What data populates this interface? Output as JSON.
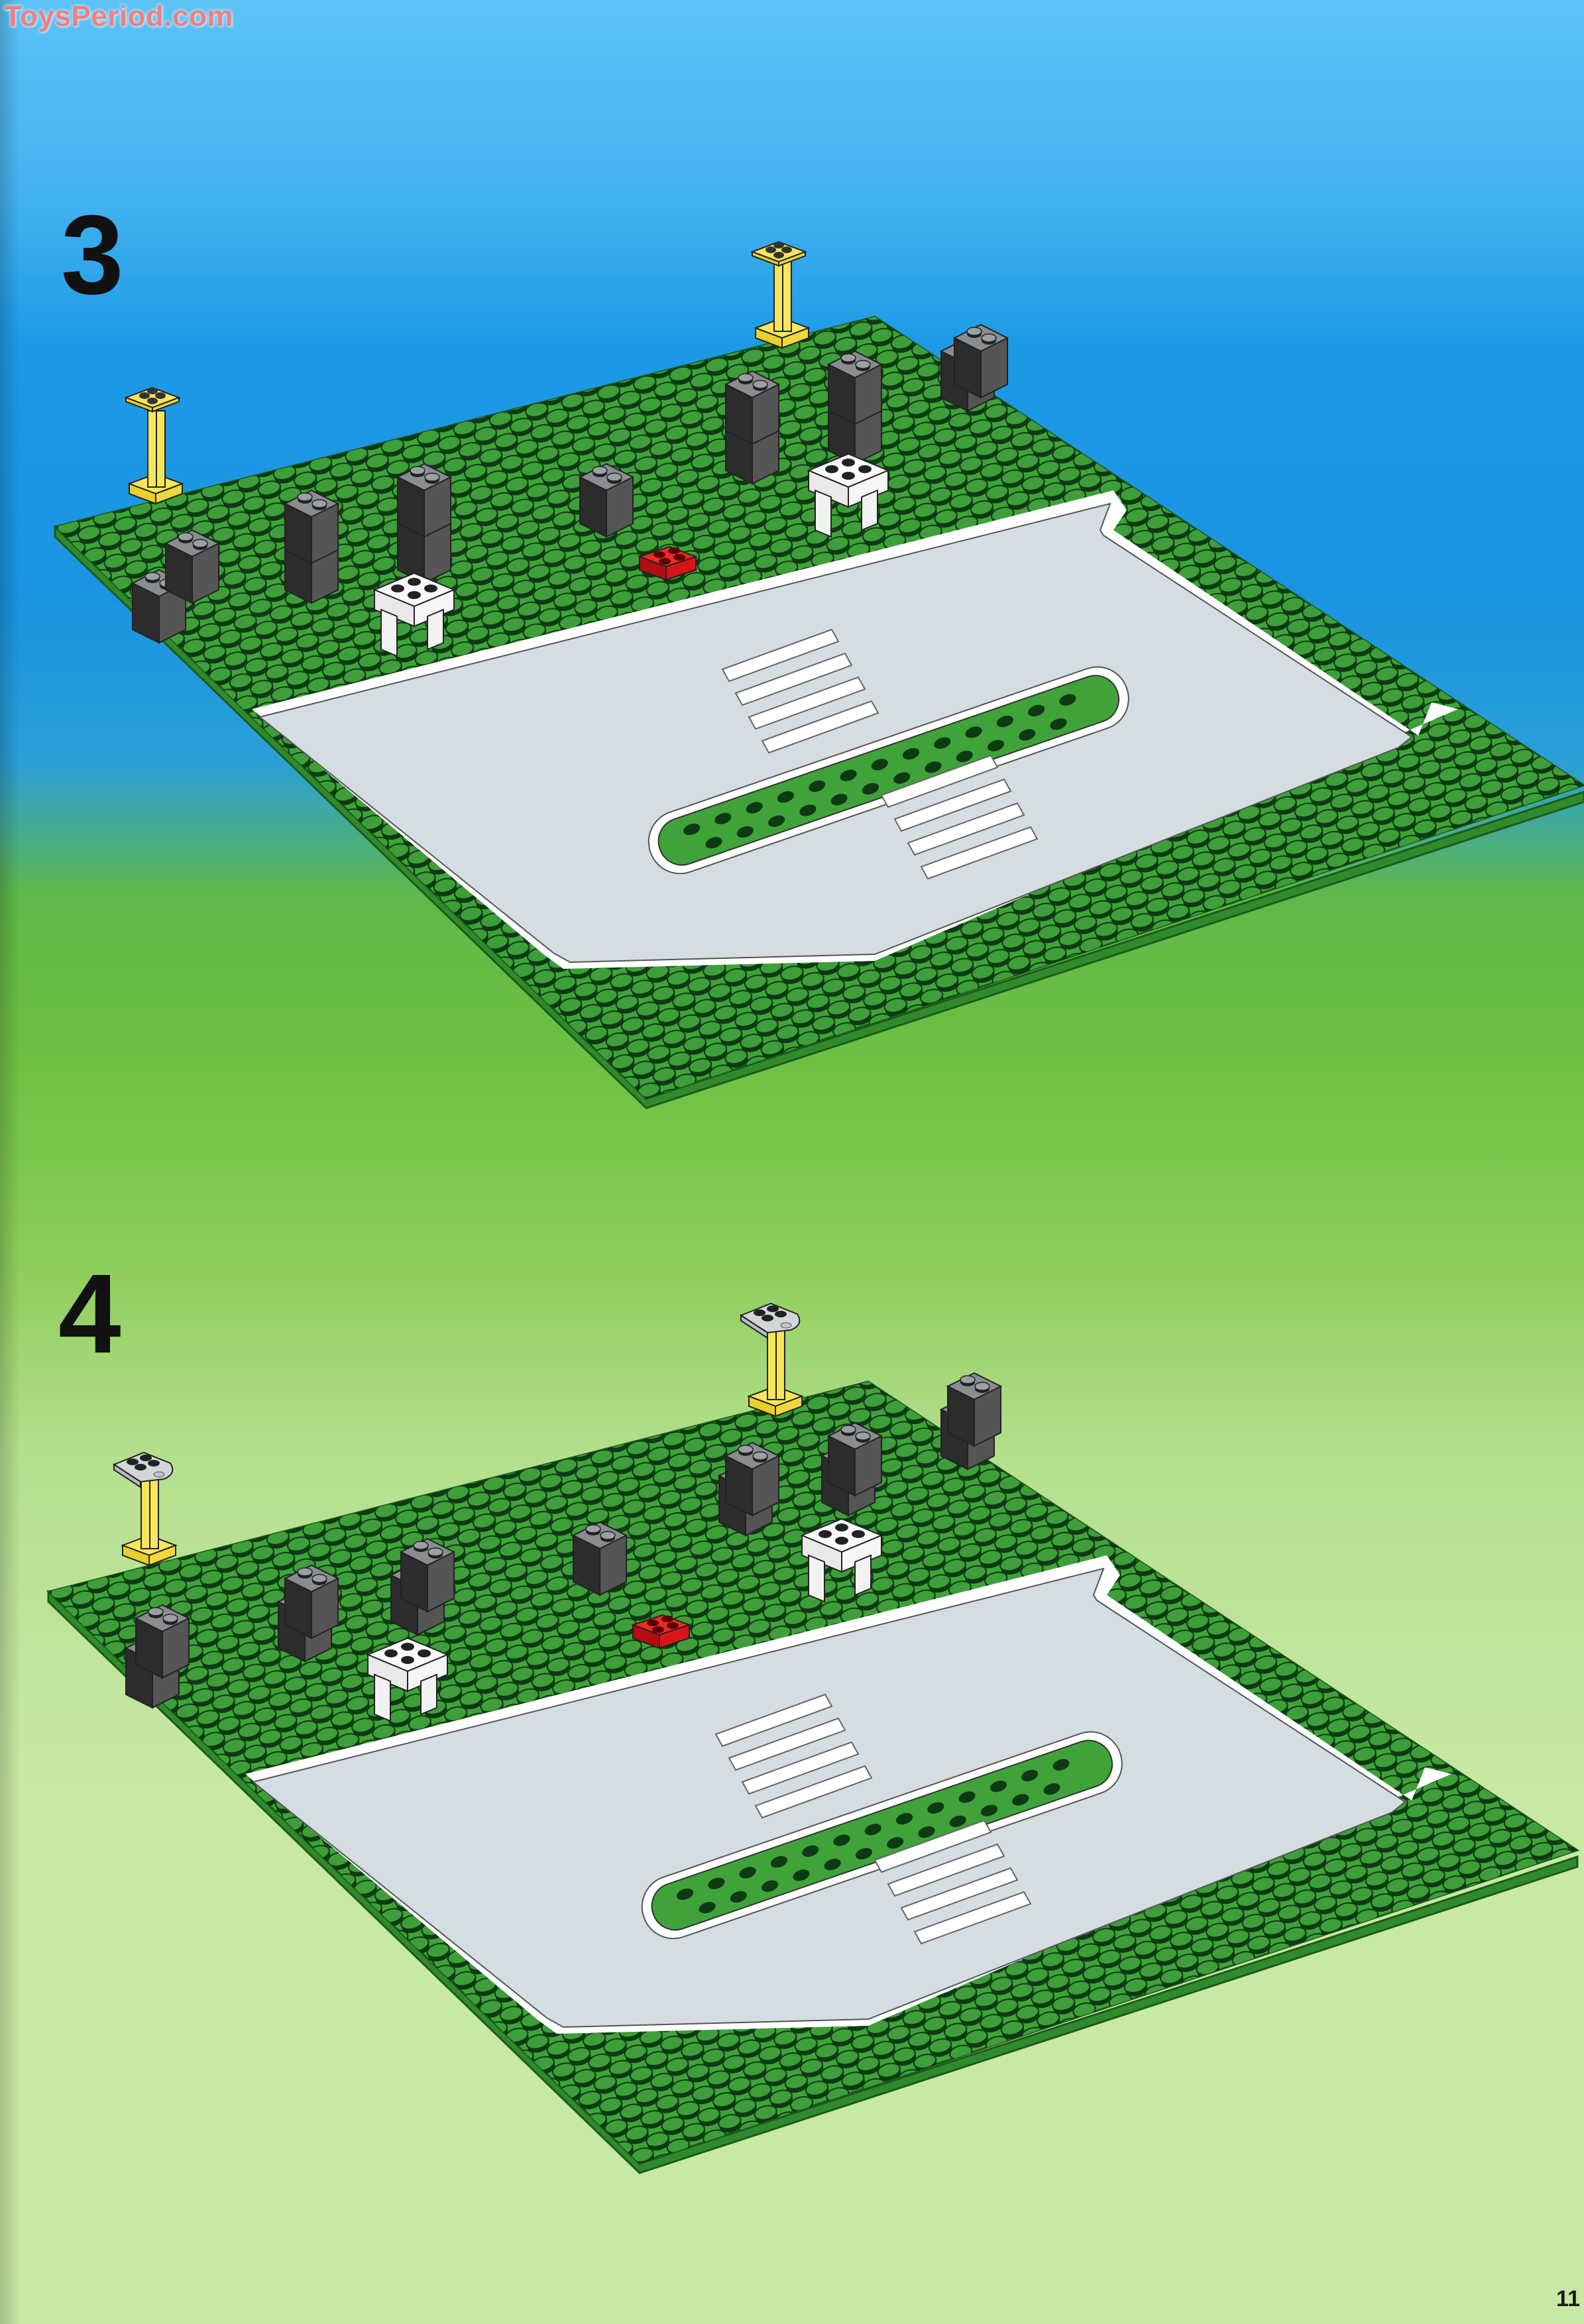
{
  "watermark": "ToysPeriod.com",
  "page_number": "11",
  "steps": [
    {
      "number": "3",
      "description": "Baseplate with road, crosswalks and median; yellow supports, dark gray bricks, white bricks and red 2x2 brick"
    },
    {
      "number": "4",
      "description": "Same baseplate; light gray round plates added atop yellow supports, additional dark gray slopes and white 1x1 bricks"
    }
  ],
  "colors": {
    "sky_top": "#5cc3f6",
    "sky_mid": "#1a94e0",
    "grass_mid": "#6ec043",
    "grass_light": "#c8e8a4",
    "baseplate_green": "#3fa33a",
    "stud_dark": "#0d3a12",
    "road_gray": "#d4dde2",
    "curb_white": "#ffffff",
    "brick_dark": "#4a4a4a",
    "brick_light": "#c8cccf",
    "support_yellow": "#f6e24a",
    "brick_red": "#e8141b",
    "brick_white": "#f7f7f7"
  }
}
